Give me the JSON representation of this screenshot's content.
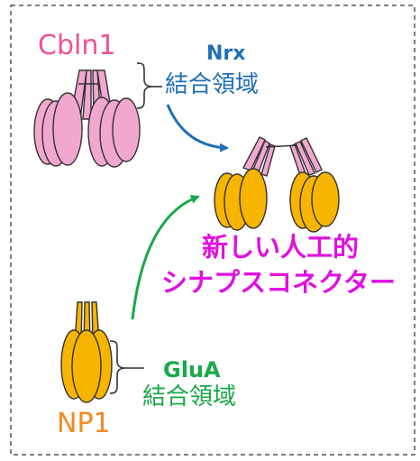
{
  "labels": {
    "cbln1": "Cbln1",
    "nrx_name": "Nrx",
    "nrx_binding": "結合領域",
    "new_connector_line1": "新しい人工的",
    "new_connector_line2": "シナプスコネクター",
    "glua_name": "GluA",
    "glua_binding": "結合領域",
    "np1": "NP1"
  },
  "colors": {
    "cbln1_text": "#f0509a",
    "cbln1_fill": "#f2a7cf",
    "nrx_text": "#1f6fb8",
    "nrx_arrow": "#1f6fb8",
    "new_connector_text": "#e010e0",
    "new_connector_stalk": "#f2a7cf",
    "np1_text": "#f08a24",
    "np1_fill": "#f7b500",
    "glua_text": "#1aa84a",
    "glua_arrow": "#1aa84a",
    "outline": "#333333",
    "border": "#555555"
  }
}
